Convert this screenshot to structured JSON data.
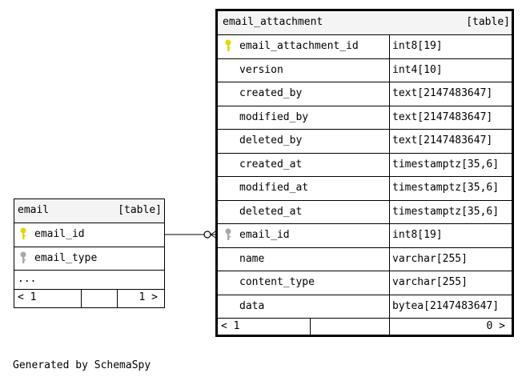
{
  "email_table": {
    "name": "email",
    "kind": "[table]",
    "columns": [
      {
        "name": "email_id",
        "key": "primary"
      },
      {
        "name": "email_type",
        "key": "foreign"
      }
    ],
    "ellipsis": "...",
    "footer": {
      "left": "< 1",
      "right": "1 >"
    }
  },
  "attachment_table": {
    "name": "email_attachment",
    "kind": "[table]",
    "columns": [
      {
        "name": "email_attachment_id",
        "type": "int8[19]",
        "key": "primary"
      },
      {
        "name": "version",
        "type": "int4[10]",
        "key": ""
      },
      {
        "name": "created_by",
        "type": "text[2147483647]",
        "key": ""
      },
      {
        "name": "modified_by",
        "type": "text[2147483647]",
        "key": ""
      },
      {
        "name": "deleted_by",
        "type": "text[2147483647]",
        "key": ""
      },
      {
        "name": "created_at",
        "type": "timestamptz[35,6]",
        "key": ""
      },
      {
        "name": "modified_at",
        "type": "timestamptz[35,6]",
        "key": ""
      },
      {
        "name": "deleted_at",
        "type": "timestamptz[35,6]",
        "key": ""
      },
      {
        "name": "email_id",
        "type": "int8[19]",
        "key": "foreign"
      },
      {
        "name": "name",
        "type": "varchar[255]",
        "key": ""
      },
      {
        "name": "content_type",
        "type": "varchar[255]",
        "key": ""
      },
      {
        "name": "data",
        "type": "bytea[2147483647]",
        "key": ""
      }
    ],
    "footer": {
      "left": "< 1",
      "right": "0 >"
    }
  },
  "generated_by": "Generated by SchemaSpy",
  "colors": {
    "primary_key": "#e3d800",
    "foreign_key": "#a8a8a8",
    "header_bg": "#f4f4f4"
  },
  "icons": {
    "primary_key": "key-icon",
    "foreign_key": "key-icon"
  }
}
